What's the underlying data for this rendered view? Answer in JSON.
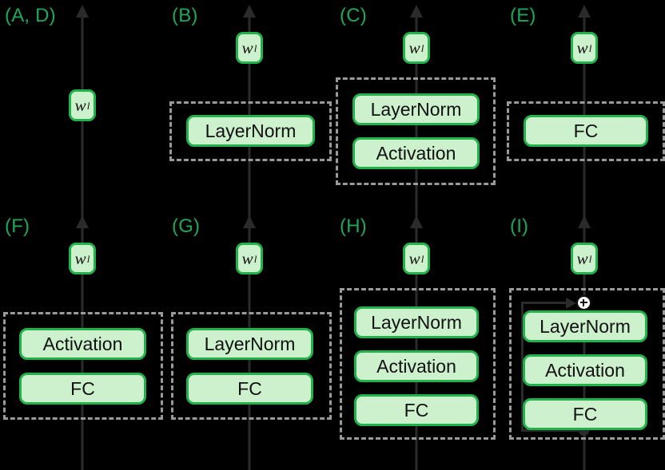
{
  "figure": {
    "background_color": "#000000",
    "label_color": "#1fa85a",
    "node_fill": "#cdf0cd",
    "node_border": "#22b24c",
    "wire_color": "#2b2b2b",
    "dashbox_color": "#9a9a9a",
    "weight_symbol": "w",
    "weight_subscript": "l"
  },
  "panels": [
    {
      "id": "A-D",
      "label": "(A, D)",
      "weight_label": "w",
      "weight_sub": "l",
      "blocks": [],
      "has_group_box": false,
      "has_residual": false
    },
    {
      "id": "B",
      "label": "(B)",
      "weight_label": "w",
      "weight_sub": "l",
      "blocks": [
        "LayerNorm"
      ],
      "has_group_box": true,
      "has_residual": false
    },
    {
      "id": "C",
      "label": "(C)",
      "weight_label": "w",
      "weight_sub": "l",
      "blocks": [
        "LayerNorm",
        "Activation"
      ],
      "has_group_box": true,
      "has_residual": false
    },
    {
      "id": "E",
      "label": "(E)",
      "weight_label": "w",
      "weight_sub": "l",
      "blocks": [
        "FC"
      ],
      "has_group_box": true,
      "has_residual": false
    },
    {
      "id": "F",
      "label": "(F)",
      "weight_label": "w",
      "weight_sub": "l",
      "blocks": [
        "Activation",
        "FC"
      ],
      "has_group_box": true,
      "has_residual": false
    },
    {
      "id": "G",
      "label": "(G)",
      "weight_label": "w",
      "weight_sub": "l",
      "blocks": [
        "LayerNorm",
        "FC"
      ],
      "has_group_box": true,
      "has_residual": false
    },
    {
      "id": "H",
      "label": "(H)",
      "weight_label": "w",
      "weight_sub": "l",
      "blocks": [
        "LayerNorm",
        "Activation",
        "FC"
      ],
      "has_group_box": true,
      "has_residual": false
    },
    {
      "id": "I",
      "label": "(I)",
      "weight_label": "w",
      "weight_sub": "l",
      "blocks": [
        "LayerNorm",
        "Activation",
        "FC"
      ],
      "has_group_box": true,
      "has_residual": true,
      "residual_op": "plus"
    }
  ],
  "icons": {
    "plus_node": "circled-plus-icon",
    "junction": "junction-dot-icon",
    "flow_arrow": "up-arrow-icon"
  }
}
